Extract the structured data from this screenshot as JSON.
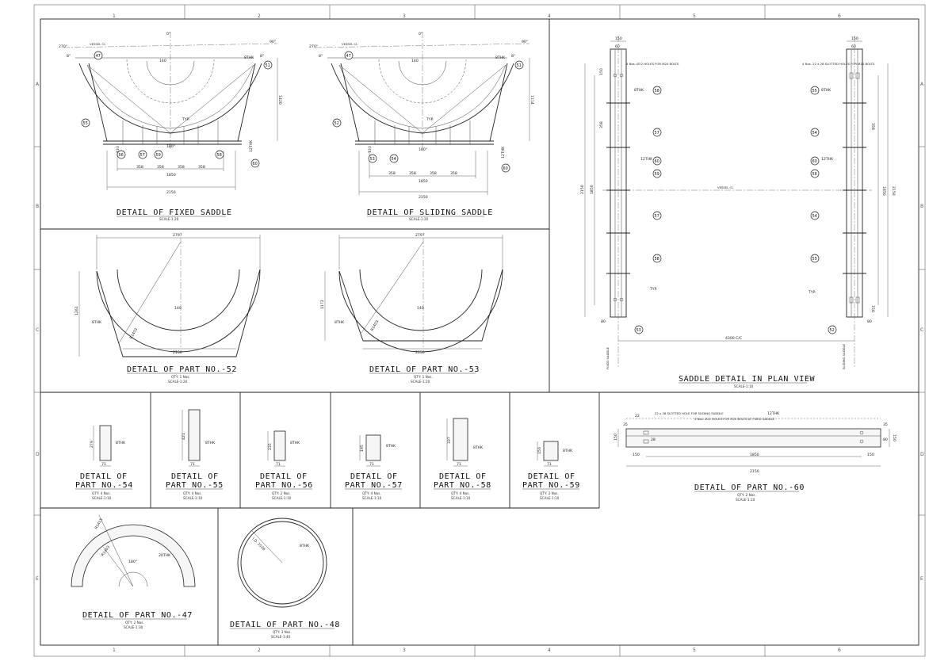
{
  "grid": {
    "columns": [
      "1",
      "2",
      "3",
      "4",
      "5",
      "6"
    ],
    "rows": [
      "A",
      "B",
      "C",
      "D",
      "E"
    ]
  },
  "fixed_saddle": {
    "title": "DETAIL OF FIXED SADDLE",
    "scale": "SCALE-1:20",
    "angles": {
      "top": "0°",
      "left": "270°",
      "right": "90°",
      "bottom": "180°",
      "left_small": "8°",
      "right_small": "8°"
    },
    "vessel_cl": "VESSEL CL",
    "dims": {
      "overall": "2150",
      "inner": "1850",
      "spacing": "358",
      "height": "1420",
      "base": "12THK",
      "left_h": "133",
      "mid": "140",
      "thk": "8THK",
      "typ": "TYP."
    },
    "balloons": [
      "47",
      "51",
      "55",
      "56",
      "57",
      "58",
      "59",
      "60"
    ]
  },
  "sliding_saddle": {
    "title": "DETAIL OF SLIDING SADDLE",
    "scale": "SCALE-1:20",
    "angles": {
      "top": "0°",
      "left": "270°",
      "right": "90°",
      "bottom": "180°",
      "left_small": "8°",
      "right_small": "8°"
    },
    "vessel_cl": "VESSEL CL",
    "dims": {
      "overall": "2150",
      "inner": "1850",
      "spacing": "358",
      "height": "1114",
      "base": "12THK",
      "left_h": "133",
      "mid": "140",
      "thk": "8THK",
      "typ": "TYP."
    },
    "balloons": [
      "47",
      "51",
      "52",
      "53",
      "54",
      "60"
    ]
  },
  "part52": {
    "title": "DETAIL OF PART NO.-52",
    "qty": "QTY: 1 Nos.",
    "scale": "SCALE-1:20",
    "dims": {
      "top": "2797",
      "bottom": "2150",
      "height": "1261",
      "thk": "8THK",
      "r": "R1403",
      "mid": "140"
    }
  },
  "part53": {
    "title": "DETAIL OF PART NO.-53",
    "qty": "QTY: 1 Nos.",
    "scale": "SCALE-1:20",
    "dims": {
      "top": "2797",
      "bottom": "2150",
      "height": "1172",
      "thk": "8THK",
      "r": "R1403",
      "mid": "140"
    }
  },
  "plan_view": {
    "title": "SADDLE DETAIL IN PLAN VIEW",
    "scale": "SCALE-1:10",
    "vessel_cl": "VESSEL CL",
    "center_dim": "4300 C/C",
    "fixed_label": "FIXED SADDLE",
    "sliding_label": "SLIDING SADDLE",
    "left_note": "4 Nos. Ø22 HOLES FOR M20 BOLTS",
    "right_note": "4 Nos. 22 x 28 SLOTTED HOLES FOR M20 BOLTS",
    "dims": {
      "top": "150",
      "inner": "60",
      "overall": "2150",
      "inner_h": "1850",
      "sp": "358",
      "edge": "150",
      "base": "80",
      "thk": "8THK",
      "plate": "12THK",
      "typ": "TYP."
    },
    "balloons_left": [
      "58",
      "57",
      "60",
      "59",
      "57",
      "58",
      "53"
    ],
    "balloons_right": [
      "55",
      "54",
      "60",
      "56",
      "54",
      "55",
      "52"
    ]
  },
  "parts_small": [
    {
      "title_a": "DETAIL OF",
      "title_b": "PART NO.-54",
      "qty": "QTY: 4 Nos.",
      "scale": "SCALE-1:10",
      "h": "279",
      "w": "71",
      "thk": "8THK"
    },
    {
      "title_a": "DETAIL OF",
      "title_b": "PART NO.-55",
      "qty": "QTY: 4 Nos.",
      "scale": "SCALE-1:10",
      "h": "421",
      "w": "71",
      "thk": "8THK"
    },
    {
      "title_a": "DETAIL OF",
      "title_b": "PART NO.-56",
      "qty": "QTY: 2 Nos.",
      "scale": "SCALE-1:10",
      "h": "235",
      "w": "71",
      "thk": "8THK"
    },
    {
      "title_a": "DETAIL OF",
      "title_b": "PART NO.-57",
      "qty": "QTY: 4 Nos.",
      "scale": "SCALE-1:10",
      "h": "195",
      "w": "71",
      "thk": "8THK"
    },
    {
      "title_a": "DETAIL OF",
      "title_b": "PART NO.-58",
      "qty": "QTY: 4 Nos.",
      "scale": "SCALE-1:10",
      "h": "337",
      "w": "71",
      "thk": "8THK"
    },
    {
      "title_a": "DETAIL OF",
      "title_b": "PART NO.-59",
      "qty": "QTY: 2 Nos.",
      "scale": "SCALE-1:10",
      "h": "150",
      "w": "71",
      "thk": "8THK"
    }
  ],
  "part60": {
    "title": "DETAIL OF PART NO.-60",
    "qty": "QTY: 2 Nos.",
    "scale": "SCALE-1:10",
    "note_a": "22 x 28 SLOTTED HOLE FOR SLIDING SADDLE",
    "note_b": "4 Nos. Ø22 HOLES FOR M20 BOLTS AT FIXED SADDLE",
    "dims": {
      "overall": "2150",
      "inner": "1850",
      "edge": "150",
      "h": "150",
      "a": "35",
      "b": "80",
      "c": "22",
      "d": "28",
      "thk": "12THK"
    }
  },
  "part47": {
    "title": "DETAIL OF PART NO.-47",
    "qty": "QTY: 2 Nos.",
    "scale": "SCALE-1:30",
    "dims": {
      "ro": "R1415",
      "ri": "R1403",
      "ang": "180°",
      "thk": "20THK"
    }
  },
  "part48": {
    "title": "DETAIL OF PART NO.-48",
    "qty": "QTY: 3 Nos.",
    "scale": "SCALE-1:40",
    "dims": {
      "id": "I.D. 2526",
      "thk": "8THK"
    }
  }
}
